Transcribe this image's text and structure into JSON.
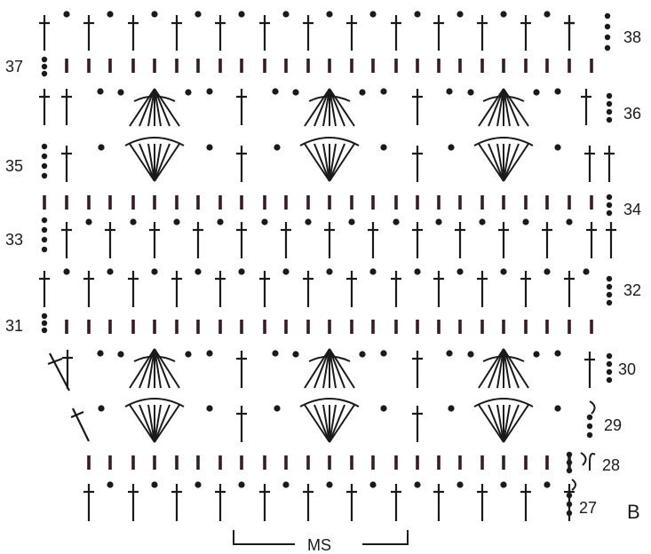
{
  "chart_title": "",
  "corner_label": "B",
  "repeat_label": "MS",
  "row_labels": [
    "27",
    "28",
    "29",
    "30",
    "31",
    "32",
    "33",
    "34",
    "35",
    "36",
    "37",
    "38"
  ],
  "symbols": {
    "treble": "treble-crochet-symbol",
    "chain": "chain-dot-symbol",
    "single": "single-crochet-bar-symbol",
    "fan": "fan-shell-symbol",
    "slip": "slip-stitch-hook-symbol"
  }
}
